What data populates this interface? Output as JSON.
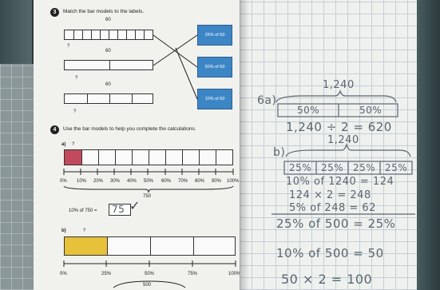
{
  "worksheet": {
    "q3": {
      "number": "3",
      "instruction": "Match the bar models to the labels.",
      "bars": [
        {
          "total": "60",
          "unknown": "?"
        },
        {
          "total": "60",
          "unknown": "?"
        },
        {
          "total": "60",
          "unknown": "?"
        }
      ],
      "labels": [
        "25% of 60",
        "50% of 60",
        "10% of 60"
      ]
    },
    "q4": {
      "number": "4",
      "instruction": "Use the bar models to help you complete the calculations.",
      "part_a": {
        "label": "a)",
        "unknown": "?",
        "ticks": [
          "0%",
          "10%",
          "20%",
          "30%",
          "40%",
          "50%",
          "60%",
          "70%",
          "80%",
          "90%",
          "100%"
        ],
        "total": "750",
        "calc_text": "10% of 750 =",
        "answer": "75",
        "check": "✓"
      },
      "part_b": {
        "label": "b)",
        "unknown": "?",
        "ticks": [
          "0%",
          "25%",
          "50%",
          "75%",
          "100%"
        ],
        "total": "500"
      }
    }
  },
  "handwriting": {
    "q_label": "6a)",
    "a_total": "1,240",
    "a_parts": [
      "50%",
      "50%"
    ],
    "a_calc": "1,240 ÷ 2 = 620",
    "b_label": "b)",
    "b_total": "1,240",
    "b_parts": [
      "25%",
      "25%",
      "25%",
      "25%"
    ],
    "b_line1": "10% of 1240 = 124",
    "b_line2": "124 × 2 = 248",
    "b_line3": "5% of 248 = 62",
    "c_line1": "25% of 500 = 25%",
    "c_line2": "10% of 500 = 50",
    "c_line3": "50 × 2 = 100"
  },
  "colors": {
    "label_blue": "#3d86c6",
    "bar_red": "#c24a5c",
    "bar_yellow": "#e8c13a",
    "pencil": "#5a6670"
  }
}
